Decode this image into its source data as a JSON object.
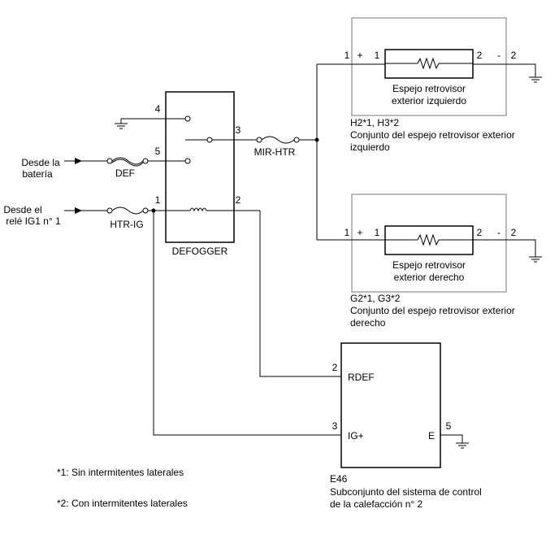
{
  "defogger": {
    "name": "DEFOGGER",
    "pins": {
      "p1": "1",
      "p2": "2",
      "p3": "3",
      "p4": "4",
      "p5": "5"
    }
  },
  "inputs": {
    "battery": {
      "line1": "Desde la",
      "line2": "batería"
    },
    "relay": {
      "line1": "Desde el",
      "line2": "relé IG1 n° 1"
    }
  },
  "fuses": {
    "def": "DEF",
    "htr_ig": "HTR-IG",
    "mir_htr": "MIR-HTR"
  },
  "mirror_left": {
    "pin_outer_left": "1",
    "plus": "+",
    "pin_inner_left": "1",
    "pin_inner_right": "2",
    "minus": "-",
    "pin_outer_right": "2",
    "heater_line1": "Espejo retrovisor",
    "heater_line2": "exterior izquierdo",
    "codes": "H2*1, H3*2",
    "title_line1": "Conjunto del espejo retrovisor exterior",
    "title_line2": "izquierdo"
  },
  "mirror_right": {
    "pin_outer_left": "1",
    "plus": "+",
    "pin_inner_left": "1",
    "pin_inner_right": "2",
    "minus": "-",
    "pin_outer_right": "2",
    "heater_line1": "Espejo retrovisor",
    "heater_line2": "exterior derecho",
    "codes": "G2*1, G3*2",
    "title_line1": "Conjunto del espejo retrovisor exterior",
    "title_line2": "derecho"
  },
  "ecu": {
    "pin_rdef": "2",
    "rdef_label": "RDEF",
    "pin_ig": "3",
    "ig_label": "IG+",
    "pin_e": "5",
    "e_label": "E",
    "code": "E46",
    "title_line1": "Subconjunto del sistema de control",
    "title_line2": "de la calefacción n° 2"
  },
  "notes": {
    "note1": "*1: Sin intermitentes laterales",
    "note2": "*2: Con intermitentes laterales"
  }
}
